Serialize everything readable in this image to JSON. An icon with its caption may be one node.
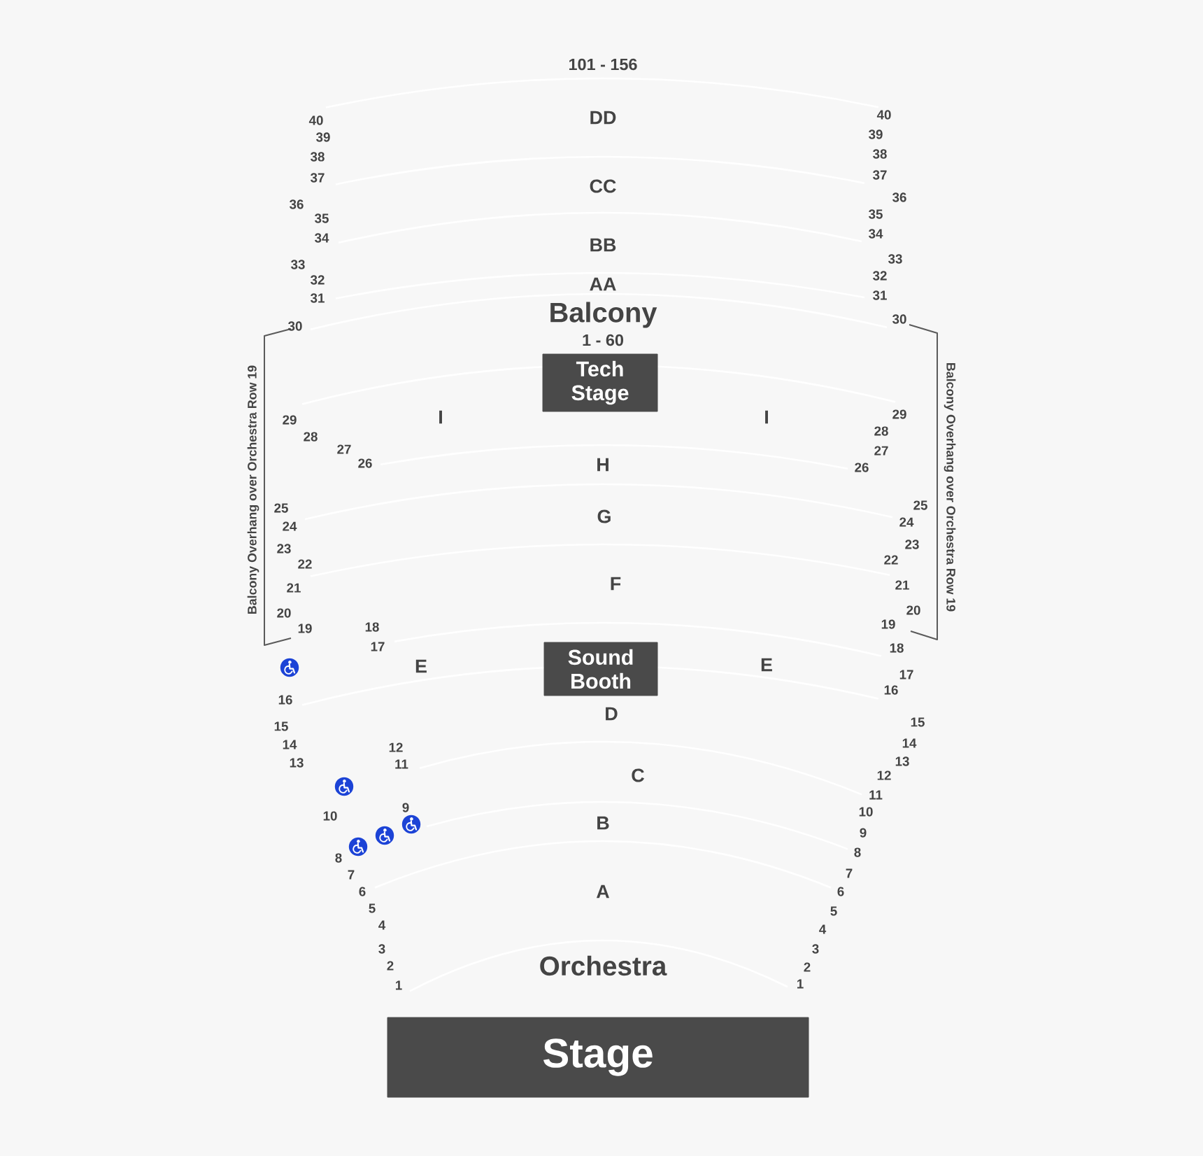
{
  "diagram": {
    "nodes": [
      {
        "text": [
          "Tech Stage"
        ]
      },
      {
        "text": [
          "Sound Booth"
        ]
      },
      {
        "text": [
          "Stage"
        ]
      }
    ],
    "labels": [
      "101 - 156",
      "40",
      "DD",
      "40",
      "39",
      "39",
      "38",
      "38",
      "37",
      "37",
      "CC",
      "36",
      "36",
      "35",
      "35",
      "34",
      "34",
      "BB",
      "33",
      "33",
      "32",
      "32",
      "AA",
      "31",
      "31",
      "Balcony",
      "30",
      "30",
      "1 - 60",
      "Balcony Overhang over Orchestra Row 19",
      "Balcony Overhang over Orchestra Row 19",
      "29",
      "I",
      "I",
      "29",
      "28",
      "28",
      "27",
      "27",
      "26",
      "H",
      "26",
      "25",
      "G",
      "25",
      "24",
      "24",
      "23",
      "23",
      "22",
      "22",
      "F",
      "21",
      "21",
      "20",
      "20",
      "19",
      "18",
      "19",
      "17",
      "18",
      "E",
      "E",
      "17",
      "16",
      "16",
      "D",
      "15",
      "15",
      "14",
      "12",
      "14",
      "13",
      "11",
      "13",
      "C",
      "12",
      "11",
      "9",
      "10",
      "10",
      "B",
      "9",
      "8",
      "8",
      "7",
      "7",
      "6",
      "A",
      "6",
      "5",
      "5",
      "4",
      "4",
      "3",
      "3",
      "2",
      "Orchestra",
      "2",
      "1",
      "1"
    ]
  }
}
